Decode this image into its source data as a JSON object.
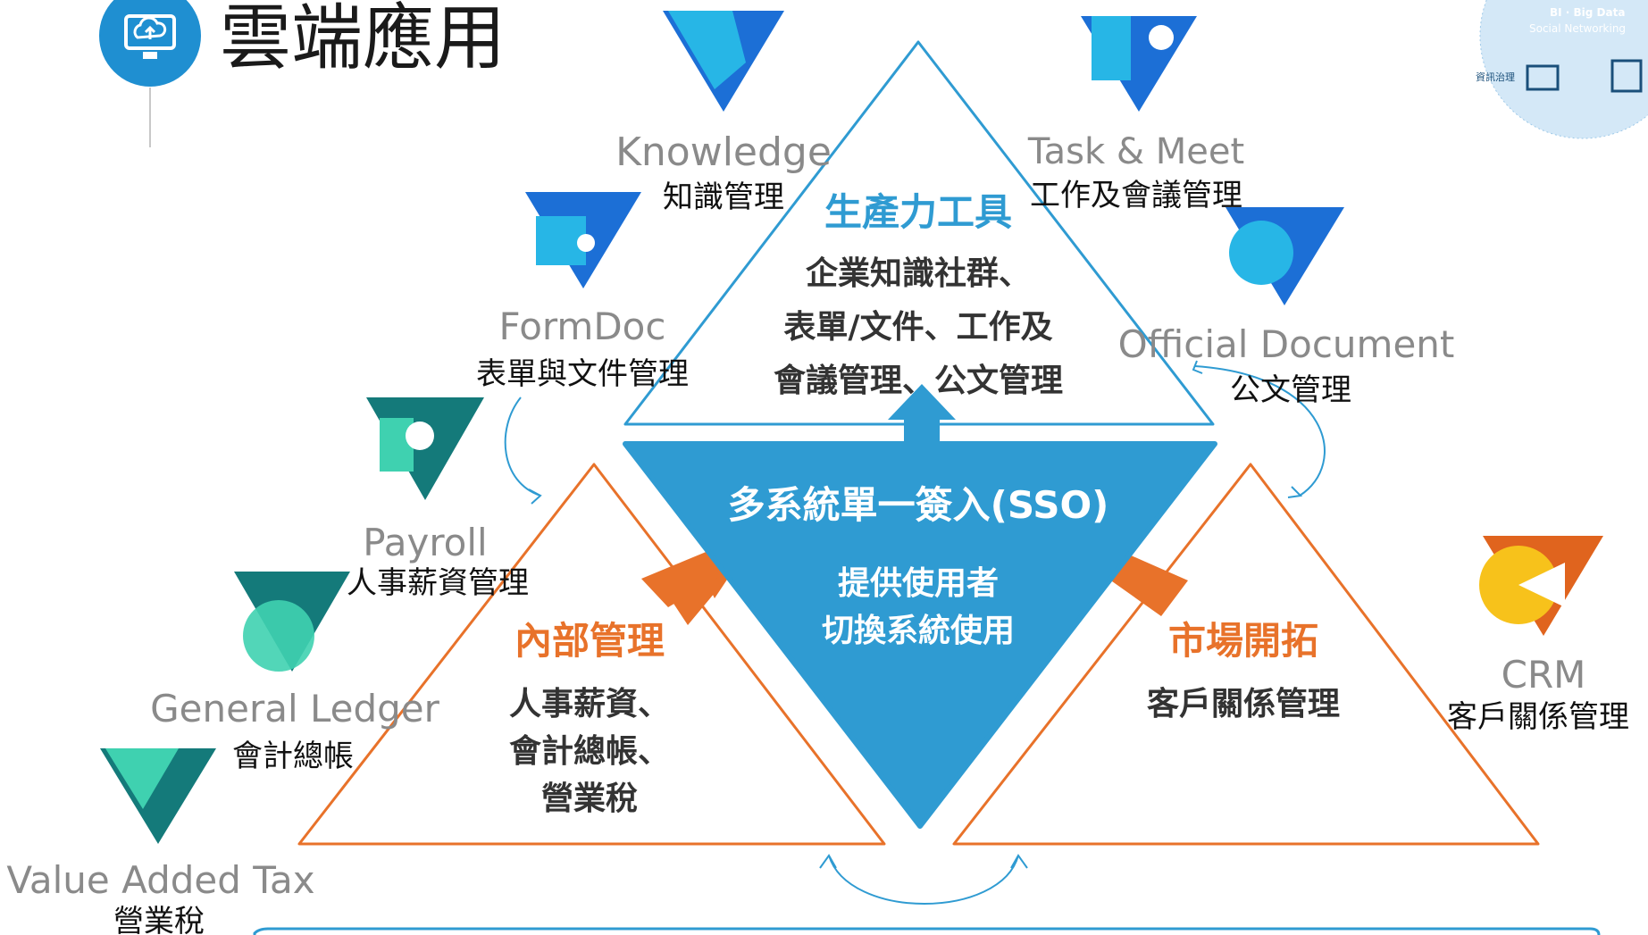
{
  "header": {
    "title": "雲端應用",
    "icon": "cloud-computer-icon",
    "accent": "#1f8fd1"
  },
  "corner_badge": {
    "line1": "BI · Big Data",
    "line2": "Social Networking",
    "line3": "資訊治理"
  },
  "apps": [
    {
      "id": "knowledge",
      "name": "Knowledge",
      "subtitle": "知識管理",
      "icon": "knowledge-logo-icon",
      "color": "#1a73e8"
    },
    {
      "id": "task",
      "name": "Task & Meet",
      "subtitle": "工作及會議管理",
      "icon": "task-meet-logo-icon",
      "color": "#1a73e8"
    },
    {
      "id": "formdoc",
      "name": "FormDoc",
      "subtitle": "表單與文件管理",
      "icon": "formdoc-logo-icon",
      "color": "#1a73e8"
    },
    {
      "id": "official",
      "name": "Official Document",
      "subtitle": "公文管理",
      "icon": "official-document-logo-icon",
      "color": "#1a73e8"
    },
    {
      "id": "payroll",
      "name": "Payroll",
      "subtitle": "人事薪資管理",
      "icon": "payroll-logo-icon",
      "color": "#147a7a"
    },
    {
      "id": "ledger",
      "name": "General Ledger",
      "subtitle": "會計總帳",
      "icon": "general-ledger-logo-icon",
      "color": "#147a7a"
    },
    {
      "id": "vat",
      "name": "Value Added Tax",
      "subtitle": "營業稅",
      "icon": "value-added-tax-logo-icon",
      "color": "#147a7a"
    },
    {
      "id": "crm",
      "name": "CRM",
      "subtitle": "客戶關係管理",
      "icon": "crm-logo-icon",
      "color": "#e0641e"
    }
  ],
  "productivity": {
    "title": "生產力工具",
    "lines": [
      "企業知識社群、",
      "表單/文件、工作及",
      "會議管理、公文管理"
    ],
    "color": "#2f9bd2"
  },
  "sso": {
    "title": "多系統單一簽入(SSO)",
    "lines": [
      "提供使用者",
      "切換系統使用"
    ],
    "color": "#2f9bd2"
  },
  "internal": {
    "title": "內部管理",
    "lines": [
      "人事薪資、",
      "會計總帳、",
      "營業稅"
    ],
    "color": "#e8722a"
  },
  "market": {
    "title": "市場開拓",
    "lines": [
      "客戶關係管理"
    ],
    "color": "#e8722a"
  }
}
